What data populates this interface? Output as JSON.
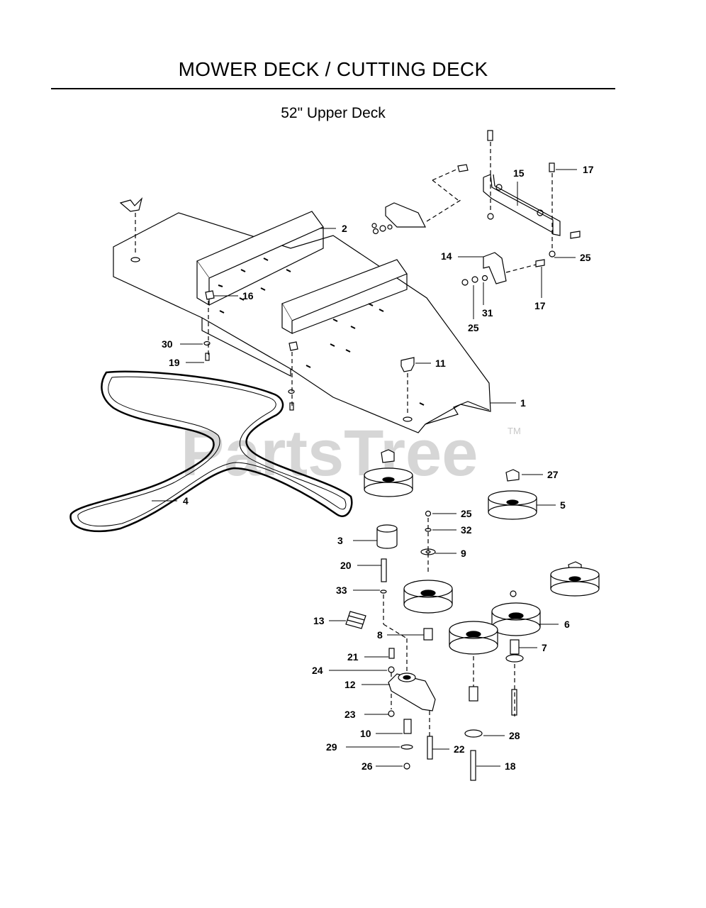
{
  "header": {
    "title": "MOWER DECK / CUTTING DECK",
    "subtitle": "52\" Upper Deck"
  },
  "watermark": {
    "text": "PartsTree",
    "tm": "TM"
  },
  "callouts": [
    {
      "id": "c17a",
      "label": "17"
    },
    {
      "id": "c15",
      "label": "15"
    },
    {
      "id": "c2",
      "label": "2"
    },
    {
      "id": "c14",
      "label": "14"
    },
    {
      "id": "c25a",
      "label": "25"
    },
    {
      "id": "c16",
      "label": "16"
    },
    {
      "id": "c31",
      "label": "31"
    },
    {
      "id": "c17b",
      "label": "17"
    },
    {
      "id": "c25b",
      "label": "25"
    },
    {
      "id": "c30",
      "label": "30"
    },
    {
      "id": "c19",
      "label": "19"
    },
    {
      "id": "c11",
      "label": "11"
    },
    {
      "id": "c1",
      "label": "1"
    },
    {
      "id": "c27",
      "label": "27"
    },
    {
      "id": "c4",
      "label": "4"
    },
    {
      "id": "c5",
      "label": "5"
    },
    {
      "id": "c25c",
      "label": "25"
    },
    {
      "id": "c32",
      "label": "32"
    },
    {
      "id": "c3",
      "label": "3"
    },
    {
      "id": "c9",
      "label": "9"
    },
    {
      "id": "c20",
      "label": "20"
    },
    {
      "id": "c33",
      "label": "33"
    },
    {
      "id": "c6",
      "label": "6"
    },
    {
      "id": "c13",
      "label": "13"
    },
    {
      "id": "c8",
      "label": "8"
    },
    {
      "id": "c7",
      "label": "7"
    },
    {
      "id": "c21",
      "label": "21"
    },
    {
      "id": "c24",
      "label": "24"
    },
    {
      "id": "c12",
      "label": "12"
    },
    {
      "id": "c23",
      "label": "23"
    },
    {
      "id": "c10",
      "label": "10"
    },
    {
      "id": "c28",
      "label": "28"
    },
    {
      "id": "c29",
      "label": "29"
    },
    {
      "id": "c22",
      "label": "22"
    },
    {
      "id": "c26",
      "label": "26"
    },
    {
      "id": "c18",
      "label": "18"
    }
  ]
}
